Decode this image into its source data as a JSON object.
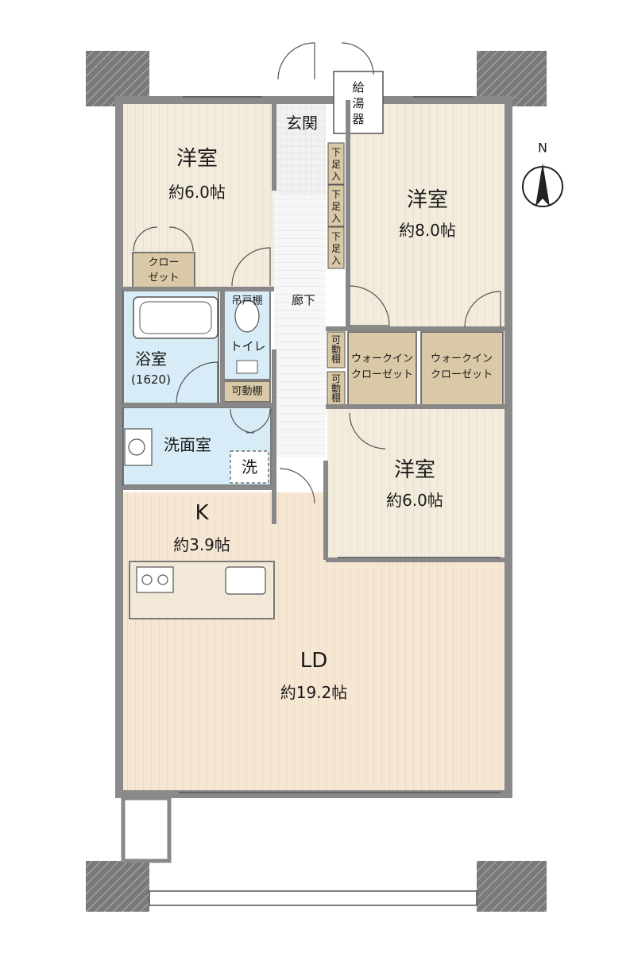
{
  "rooms": {
    "western1": {
      "name": "洋室",
      "size": "約6.0帖"
    },
    "western2": {
      "name": "洋室",
      "size": "約8.0帖"
    },
    "western3": {
      "name": "洋室",
      "size": "約6.0帖"
    },
    "kitchen": {
      "name": "K",
      "size": "約3.9帖"
    },
    "living": {
      "name": "LD",
      "size": "約19.2帖"
    },
    "entrance": "玄関",
    "hallway": "廊下",
    "bath": {
      "name": "浴室",
      "size": "(1620)"
    },
    "toilet": "トイレ",
    "washroom": "洗面室",
    "washer": "洗"
  },
  "storage": {
    "closet": [
      "クロー",
      "ゼット"
    ],
    "wic1": [
      "ウォークイン",
      "クローゼット"
    ],
    "wic2": [
      "ウォークイン",
      "クローゼット"
    ],
    "hanging_shelf": "吊戸棚",
    "movable_shelf": "可動棚",
    "shoe_box": [
      "下",
      "足",
      "入"
    ],
    "movable_shelf_v": [
      "可",
      "動",
      "棚"
    ]
  },
  "water_heater": [
    "給",
    "湯",
    "器"
  ],
  "compass": "N",
  "colors": {
    "room": "#f3ecdc",
    "ld": "#f5e6d3",
    "wet": "#d8ecf7",
    "storage": "#d9c9a7",
    "wall": "#888888"
  }
}
